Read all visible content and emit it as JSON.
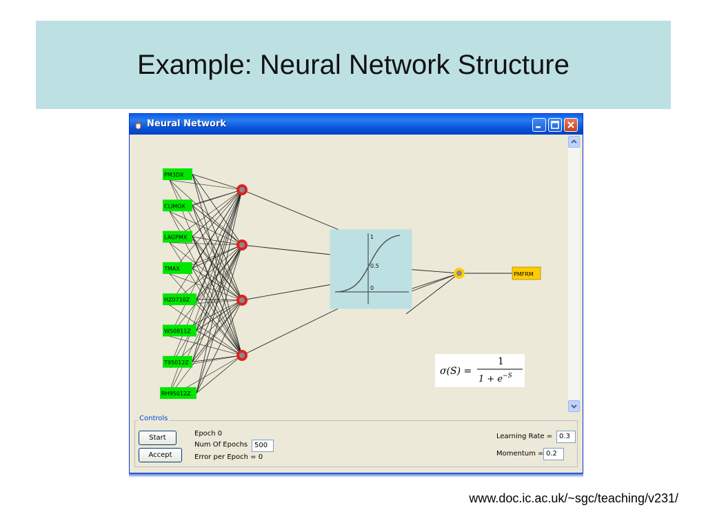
{
  "slide": {
    "title": "Example:  Neural Network Structure",
    "footer_url": "www.doc.ic.ac.uk/~sgc/teaching/v231/"
  },
  "window": {
    "title": "Neural Network"
  },
  "network": {
    "inputs": [
      "PM3DX",
      "CLIMOX",
      "LAGPMX",
      "TMAX",
      "HZ0710Z",
      "WS0811Z",
      "T95012Z",
      "RH95012Z"
    ],
    "output": "PMFRM",
    "hidden_count": 4,
    "sigmoid_ticks": [
      "1",
      "0.5",
      "0"
    ],
    "formula": "σ(S) = 1 / (1 + e^−S)"
  },
  "colors": {
    "title_band": "#bde0e3",
    "input_node": "#00e600",
    "output_node": "#ffcc00",
    "hidden_node": "#e02020",
    "sigmoid_panel": "#bde0e3"
  },
  "controls": {
    "legend": "Controls",
    "start_label": "Start",
    "accept_label": "Accept",
    "epoch_text": "Epoch  0",
    "num_epochs_label": "Num Of Epochs",
    "num_epochs_value": "500",
    "error_text": "Error per Epoch = 0",
    "learning_rate_label": "Learning Rate =",
    "learning_rate_value": "0.3",
    "momentum_label": "Momentum =",
    "momentum_value": "0.2"
  }
}
